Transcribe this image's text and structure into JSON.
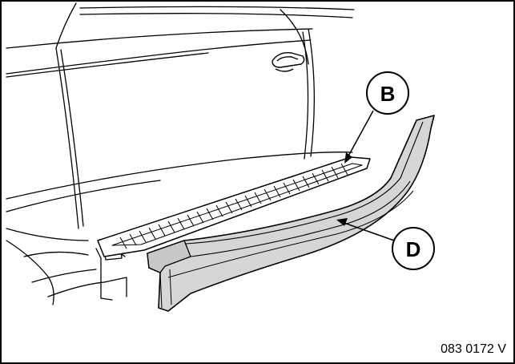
{
  "callouts": {
    "b": {
      "label": "B"
    },
    "d": {
      "label": "D"
    }
  },
  "figure_reference": "083 0172 V",
  "colors": {
    "line": "#000000",
    "panel_fill": "#d6d6d6",
    "background": "#ffffff"
  }
}
